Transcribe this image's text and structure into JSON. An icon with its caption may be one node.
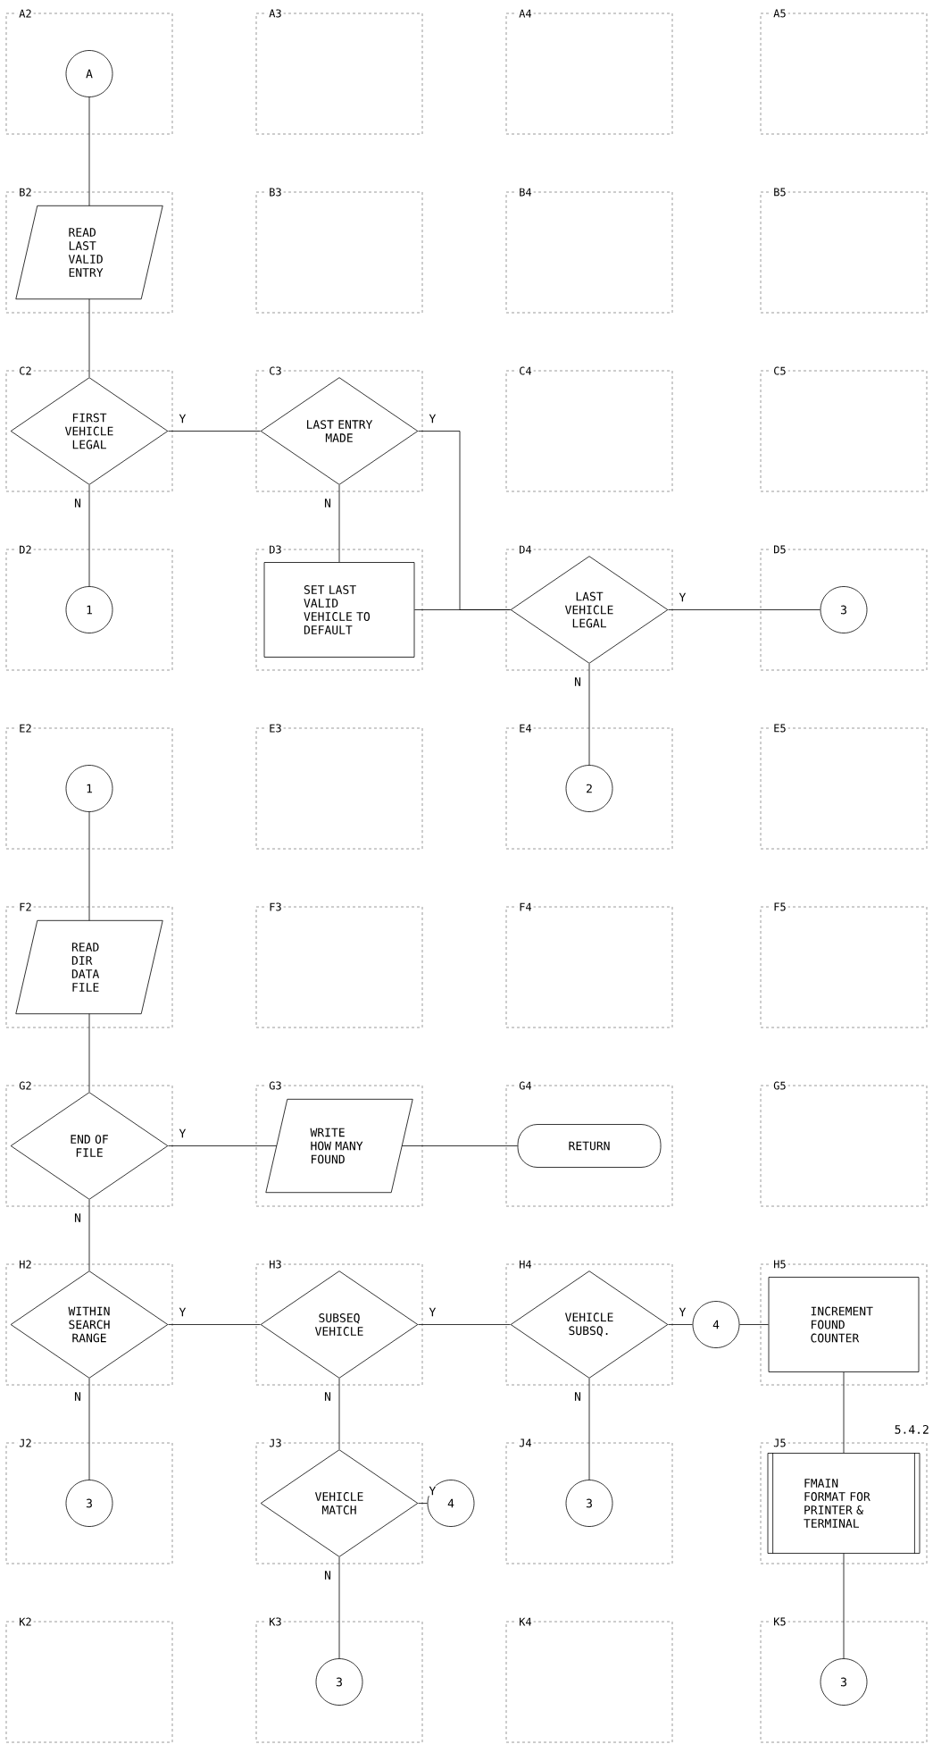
{
  "diagram": {
    "nodes": [
      {
        "text": [
          "A2"
        ]
      },
      {
        "text": [
          "A"
        ],
        "in": 0
      },
      {
        "text": [
          "A3"
        ]
      },
      {
        "text": [
          "A4"
        ]
      },
      {
        "text": [
          "A5"
        ]
      },
      {
        "text": [
          "B2"
        ]
      },
      {
        "text": [
          "READ LAST VALID ENTRY"
        ],
        "in": 5
      },
      {
        "text": [
          "B3"
        ]
      },
      {
        "text": [
          "B4"
        ]
      },
      {
        "text": [
          "B5"
        ]
      },
      {
        "text": [
          "C2"
        ]
      },
      {
        "text": [
          "FIRST VEHICLE LEGAL"
        ],
        "in": 10
      },
      {
        "text": [
          "C3"
        ]
      },
      {
        "text": [
          "LAST ENTRY MADE"
        ],
        "in": 12
      },
      {
        "text": [
          "C4"
        ]
      },
      {
        "text": [
          "C5"
        ]
      },
      {
        "text": [
          "D2"
        ]
      },
      {
        "text": [
          "1"
        ],
        "in": 16
      },
      {
        "text": [
          "D3"
        ]
      },
      {
        "text": [
          "SET LAST VALID VEHICLE TO DEFAULT"
        ],
        "in": 18
      },
      {
        "text": [
          "D4"
        ]
      },
      {
        "text": [
          "LAST VEHICLE LEGAL"
        ],
        "in": 20
      },
      {
        "text": [
          "D5"
        ]
      },
      {
        "text": [
          "3"
        ],
        "in": 22
      },
      {
        "text": [
          "E2"
        ]
      },
      {
        "text": [
          "1"
        ],
        "in": 24
      },
      {
        "text": [
          "E3"
        ]
      },
      {
        "text": [
          "E4"
        ]
      },
      {
        "text": [
          "2"
        ],
        "in": 27
      },
      {
        "text": [
          "E5"
        ]
      },
      {
        "text": [
          "F2"
        ]
      },
      {
        "text": [
          "READ DIR DATA FILE"
        ],
        "in": 30
      },
      {
        "text": [
          "F3"
        ]
      },
      {
        "text": [
          "F4"
        ]
      },
      {
        "text": [
          "F5"
        ]
      },
      {
        "text": [
          "G2"
        ]
      },
      {
        "text": [
          "END OF FILE"
        ],
        "in": 35
      },
      {
        "text": [
          "G3"
        ]
      },
      {
        "text": [
          "WRITE HOW MANY FOUND"
        ],
        "in": 37
      },
      {
        "text": [
          "G4"
        ]
      },
      {
        "text": [
          "RETURN"
        ],
        "in": 39
      },
      {
        "text": [
          "G5"
        ]
      },
      {
        "text": [
          "H2"
        ]
      },
      {
        "text": [
          "WITHIN SEARCH RANGE"
        ],
        "in": 42
      },
      {
        "text": [
          "H3"
        ]
      },
      {
        "text": [
          "SUBSEQ VEHICLE"
        ],
        "in": 44
      },
      {
        "text": [
          "H4"
        ]
      },
      {
        "text": [
          "VEHICLE SUBSQ."
        ],
        "in": 46
      },
      {
        "text": [
          "4"
        ]
      },
      {
        "text": [
          "H5"
        ]
      },
      {
        "text": [
          "INCREMENT FOUND COUNTER"
        ],
        "in": 49
      },
      {
        "text": [
          "J2"
        ]
      },
      {
        "text": [
          "3"
        ],
        "in": 51
      },
      {
        "text": [
          "J3"
        ]
      },
      {
        "text": [
          "VEHICLE MATCH"
        ],
        "in": 53
      },
      {
        "text": [
          "4"
        ]
      },
      {
        "text": [
          "J4"
        ]
      },
      {
        "text": [
          "3"
        ],
        "in": 56
      },
      {
        "text": [
          "J5"
        ]
      },
      {
        "text": [
          "FMAIN FORMAT FOR PRINTER & TERMINAL"
        ],
        "in": 58
      },
      {
        "text": [
          "K2"
        ]
      },
      {
        "text": [
          "K3"
        ]
      },
      {
        "text": [
          "3"
        ],
        "in": 61
      },
      {
        "text": [
          "K4"
        ]
      },
      {
        "text": [
          "K5"
        ]
      },
      {
        "text": [
          "3"
        ],
        "in": 64
      }
    ],
    "edges": [
      {
        "from": 1,
        "to": 6,
        "arrow": "none"
      },
      {
        "from": 6,
        "to": 11,
        "arrow": "none"
      },
      {
        "from": 11,
        "to": 13,
        "arrow": "none",
        "label": "Y"
      },
      {
        "from": 11,
        "to": 17,
        "arrow": "none",
        "label": "N"
      },
      {
        "from": 13,
        "to": 21,
        "arrow": "none",
        "label": "Y"
      },
      {
        "from": 13,
        "to": 19,
        "arrow": "none",
        "label": "N"
      },
      {
        "from": 19,
        "to": 21,
        "arrow": "none"
      },
      {
        "from": 21,
        "to": 23,
        "arrow": "none",
        "label": "Y"
      },
      {
        "from": 21,
        "to": 28,
        "arrow": "none",
        "label": "N"
      },
      {
        "from": 25,
        "to": 31,
        "arrow": "none"
      },
      {
        "from": 31,
        "to": 36,
        "arrow": "none"
      },
      {
        "from": 36,
        "to": 38,
        "arrow": "none",
        "label": "Y"
      },
      {
        "from": 38,
        "to": 40,
        "arrow": "none"
      },
      {
        "from": 36,
        "to": 43,
        "arrow": "none",
        "label": "N"
      },
      {
        "from": 43,
        "to": 45,
        "arrow": "none",
        "label": "Y"
      },
      {
        "from": 43,
        "to": 52,
        "arrow": "none",
        "label": "N"
      },
      {
        "from": 45,
        "to": 47,
        "arrow": "none",
        "label": "Y"
      },
      {
        "from": 45,
        "to": 54,
        "arrow": "none",
        "label": "N"
      },
      {
        "from": 47,
        "to": 48,
        "arrow": "none",
        "label": "Y"
      },
      {
        "from": 47,
        "to": 57,
        "arrow": "none",
        "label": "N"
      },
      {
        "from": 48,
        "to": 50,
        "arrow": "none"
      },
      {
        "from": 50,
        "to": 59,
        "arrow": "none"
      },
      {
        "from": 54,
        "to": 55,
        "arrow": "none",
        "label": "Y"
      },
      {
        "from": 54,
        "to": 62,
        "arrow": "none",
        "label": "N"
      },
      {
        "from": 59,
        "to": 65,
        "arrow": "none"
      }
    ],
    "labels": [
      "5.4.2"
    ]
  }
}
